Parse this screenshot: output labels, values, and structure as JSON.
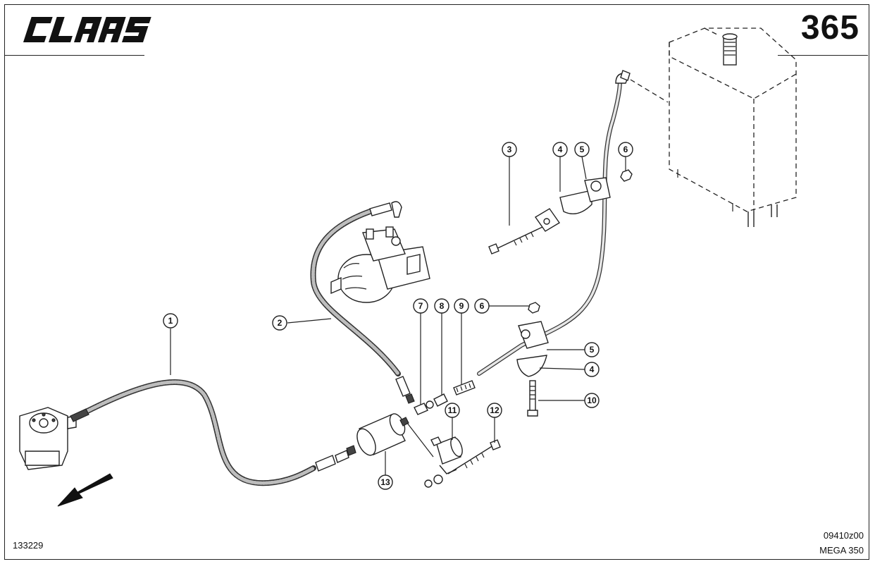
{
  "header": {
    "brand_logo_text": "CLAAS",
    "page_number": "365"
  },
  "footer": {
    "drawing_number": "133229",
    "drawing_code": "09410z00",
    "model": "MEGA 350"
  },
  "callouts": [
    "1",
    "2",
    "3",
    "4",
    "5",
    "6",
    "7",
    "8",
    "9",
    "6",
    "5",
    "4",
    "10",
    "11",
    "12",
    "13"
  ],
  "icons": [
    "arrow-direction-icon",
    "steering-unit-icon",
    "hydraulic-pump-icon",
    "oil-tank-icon",
    "brand-logo"
  ],
  "colors": {
    "line": "#222222",
    "background": "#ffffff"
  }
}
